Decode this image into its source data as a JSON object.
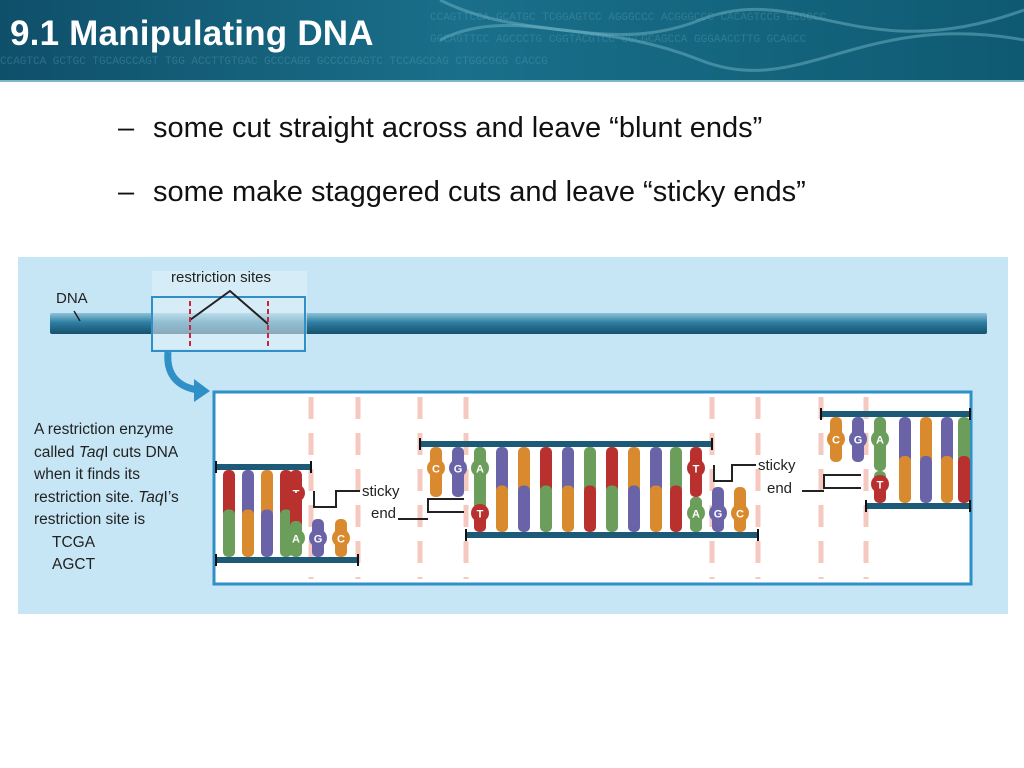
{
  "header": {
    "title": "9.1 Manipulating DNA"
  },
  "bullets": [
    {
      "dash": "–",
      "text": "some cut straight across and leave “blunt ends”"
    },
    {
      "dash": "–",
      "text": "some make staggered cuts and leave “sticky ends”"
    }
  ],
  "figure": {
    "dna_label": "DNA",
    "sites_label": "restriction sites",
    "caption": {
      "line1": "A restriction enzyme",
      "line2_pre": "called ",
      "line2_em": "Taq",
      "line2_post": "I cuts DNA",
      "line3": "when it finds its",
      "line4_pre": "restriction site. ",
      "line4_em": "Taq",
      "line4_post": "I’s",
      "line5": "restriction site is",
      "seq_top": "TCGA",
      "seq_bottom": "AGCT"
    },
    "sticky_left": {
      "line1": "sticky",
      "line2": "end"
    },
    "sticky_right": {
      "line1": "sticky",
      "line2": "end"
    },
    "bases": {
      "T": "T",
      "C": "C",
      "G": "G",
      "A": "A"
    },
    "colors": {
      "backbone": "#1c5a78",
      "T": "#b8312f",
      "C": "#d98a2e",
      "G": "#6b63a8",
      "A": "#6a9e5a",
      "cut": "#f6c9c0",
      "panel_border": "#2f8fc7"
    }
  }
}
